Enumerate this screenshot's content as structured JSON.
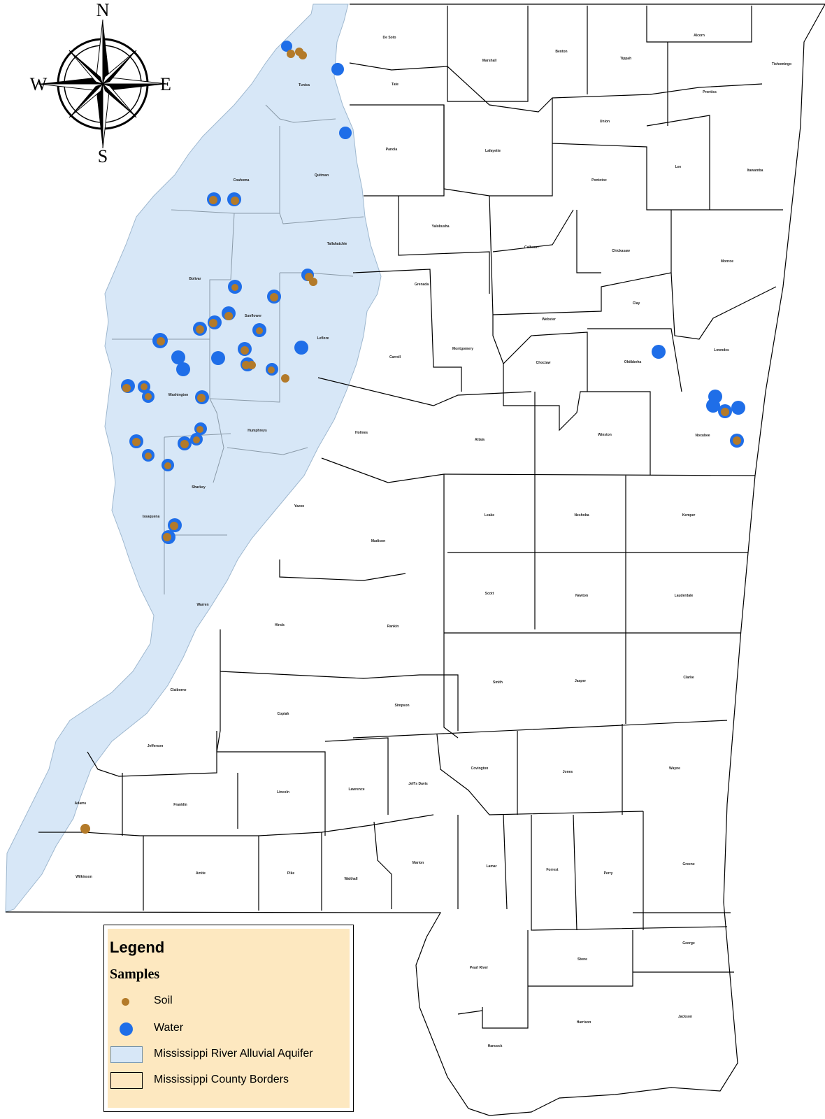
{
  "compass": {
    "n": "N",
    "s": "S",
    "e": "E",
    "w": "W"
  },
  "colors": {
    "aquifer": "#d7e7f7",
    "aquifer_edge": "#9fb8cf",
    "soil": "#b37a29",
    "water": "#1f6ee8",
    "county_border": "#000000",
    "legend_bg": "#fde8c0"
  },
  "counties": [
    "De Soto",
    "Marshall",
    "Benton",
    "Tippah",
    "Alcorn",
    "Tishomingo",
    "Tunica",
    "Tate",
    "Prentiss",
    "Union",
    "Panola",
    "Lafayette",
    "Coahoma",
    "Quitman",
    "Pontotoc",
    "Lee",
    "Itawamba",
    "Yalobusha",
    "Tallahatchie",
    "Calhoun",
    "Chickasaw",
    "Monroe",
    "Bolivar",
    "Grenada",
    "Webster",
    "Clay",
    "Sunflower",
    "Leflore",
    "Carroll",
    "Montgomery",
    "Choctaw",
    "Oktibbeha",
    "Lowndes",
    "Washington",
    "Holmes",
    "Attala",
    "Winston",
    "Noxubee",
    "Humphreys",
    "Sharkey",
    "Issaquena",
    "Yazoo",
    "Leake",
    "Neshoba",
    "Kemper",
    "Madison",
    "Warren",
    "Hinds",
    "Rankin",
    "Scott",
    "Newton",
    "Lauderdale",
    "Smith",
    "Jasper",
    "Clarke",
    "Claiborne",
    "Copiah",
    "Simpson",
    "Jefferson",
    "Covington",
    "Jones",
    "Wayne",
    "Adams",
    "Franklin",
    "Lincoln",
    "Lawrence",
    "Jeff's Davis",
    "Wilkinson",
    "Amite",
    "Pike",
    "Walthall",
    "Marion",
    "Lamar",
    "Forrest",
    "Perry",
    "Greene",
    "George",
    "Pearl River",
    "Stone",
    "Harrison",
    "Jackson",
    "Hancock"
  ],
  "legend": {
    "title": "Legend",
    "subtitle": "Samples",
    "items": {
      "soil": "Soil",
      "water": "Water",
      "aquifer": "Mississippi River Alluvial Aquifer",
      "borders": "Mississippi County Borders"
    }
  }
}
